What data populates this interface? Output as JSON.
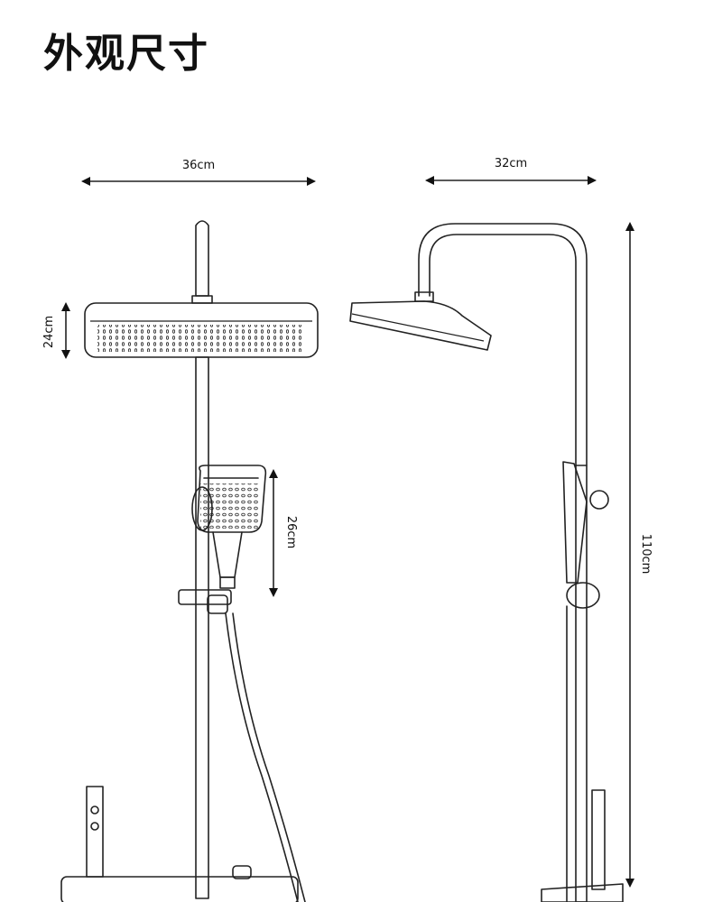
{
  "title": "外观尺寸",
  "dimensions": {
    "front_width": "36cm",
    "side_width": "32cm",
    "head_height": "24cm",
    "handheld_height": "26cm",
    "total_height": "110cm"
  },
  "colors": {
    "line": "#222222",
    "background": "#ffffff"
  }
}
